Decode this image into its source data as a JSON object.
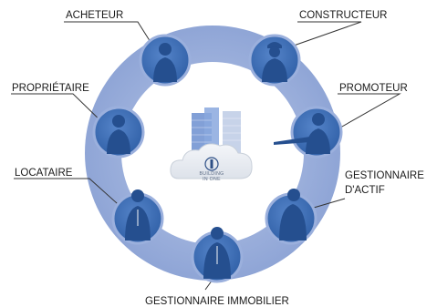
{
  "diagram": {
    "labels": {
      "acheteur": "ACHETEUR",
      "constructeur": "CONSTRUCTEUR",
      "proprietaire": "PROPRIÉTAIRE",
      "promoteur": "PROMOTEUR",
      "locataire": "LOCATAIRE",
      "gestionnaire_actif_1": "GESTIONNAIRE",
      "gestionnaire_actif_2": "D'ACTIF",
      "gestionnaire_immobilier": "GESTIONNAIRE IMMOBILIER"
    },
    "center": {
      "logo_text_1": "BUILDING",
      "logo_text_2": "IN ONE"
    },
    "colors": {
      "ring": "#8fa5d6",
      "ring_inner_edge": "#7c93c9",
      "node": "#3f6fb5",
      "node_dark": "#2d5a9e",
      "node_border": "#9bb0dd",
      "leader_line": "#333333",
      "cloud": "#e4e8ee",
      "cloud_stroke": "#c9d0da",
      "tower": "#6c8fd0",
      "tower_light": "#b9c8e4"
    }
  }
}
